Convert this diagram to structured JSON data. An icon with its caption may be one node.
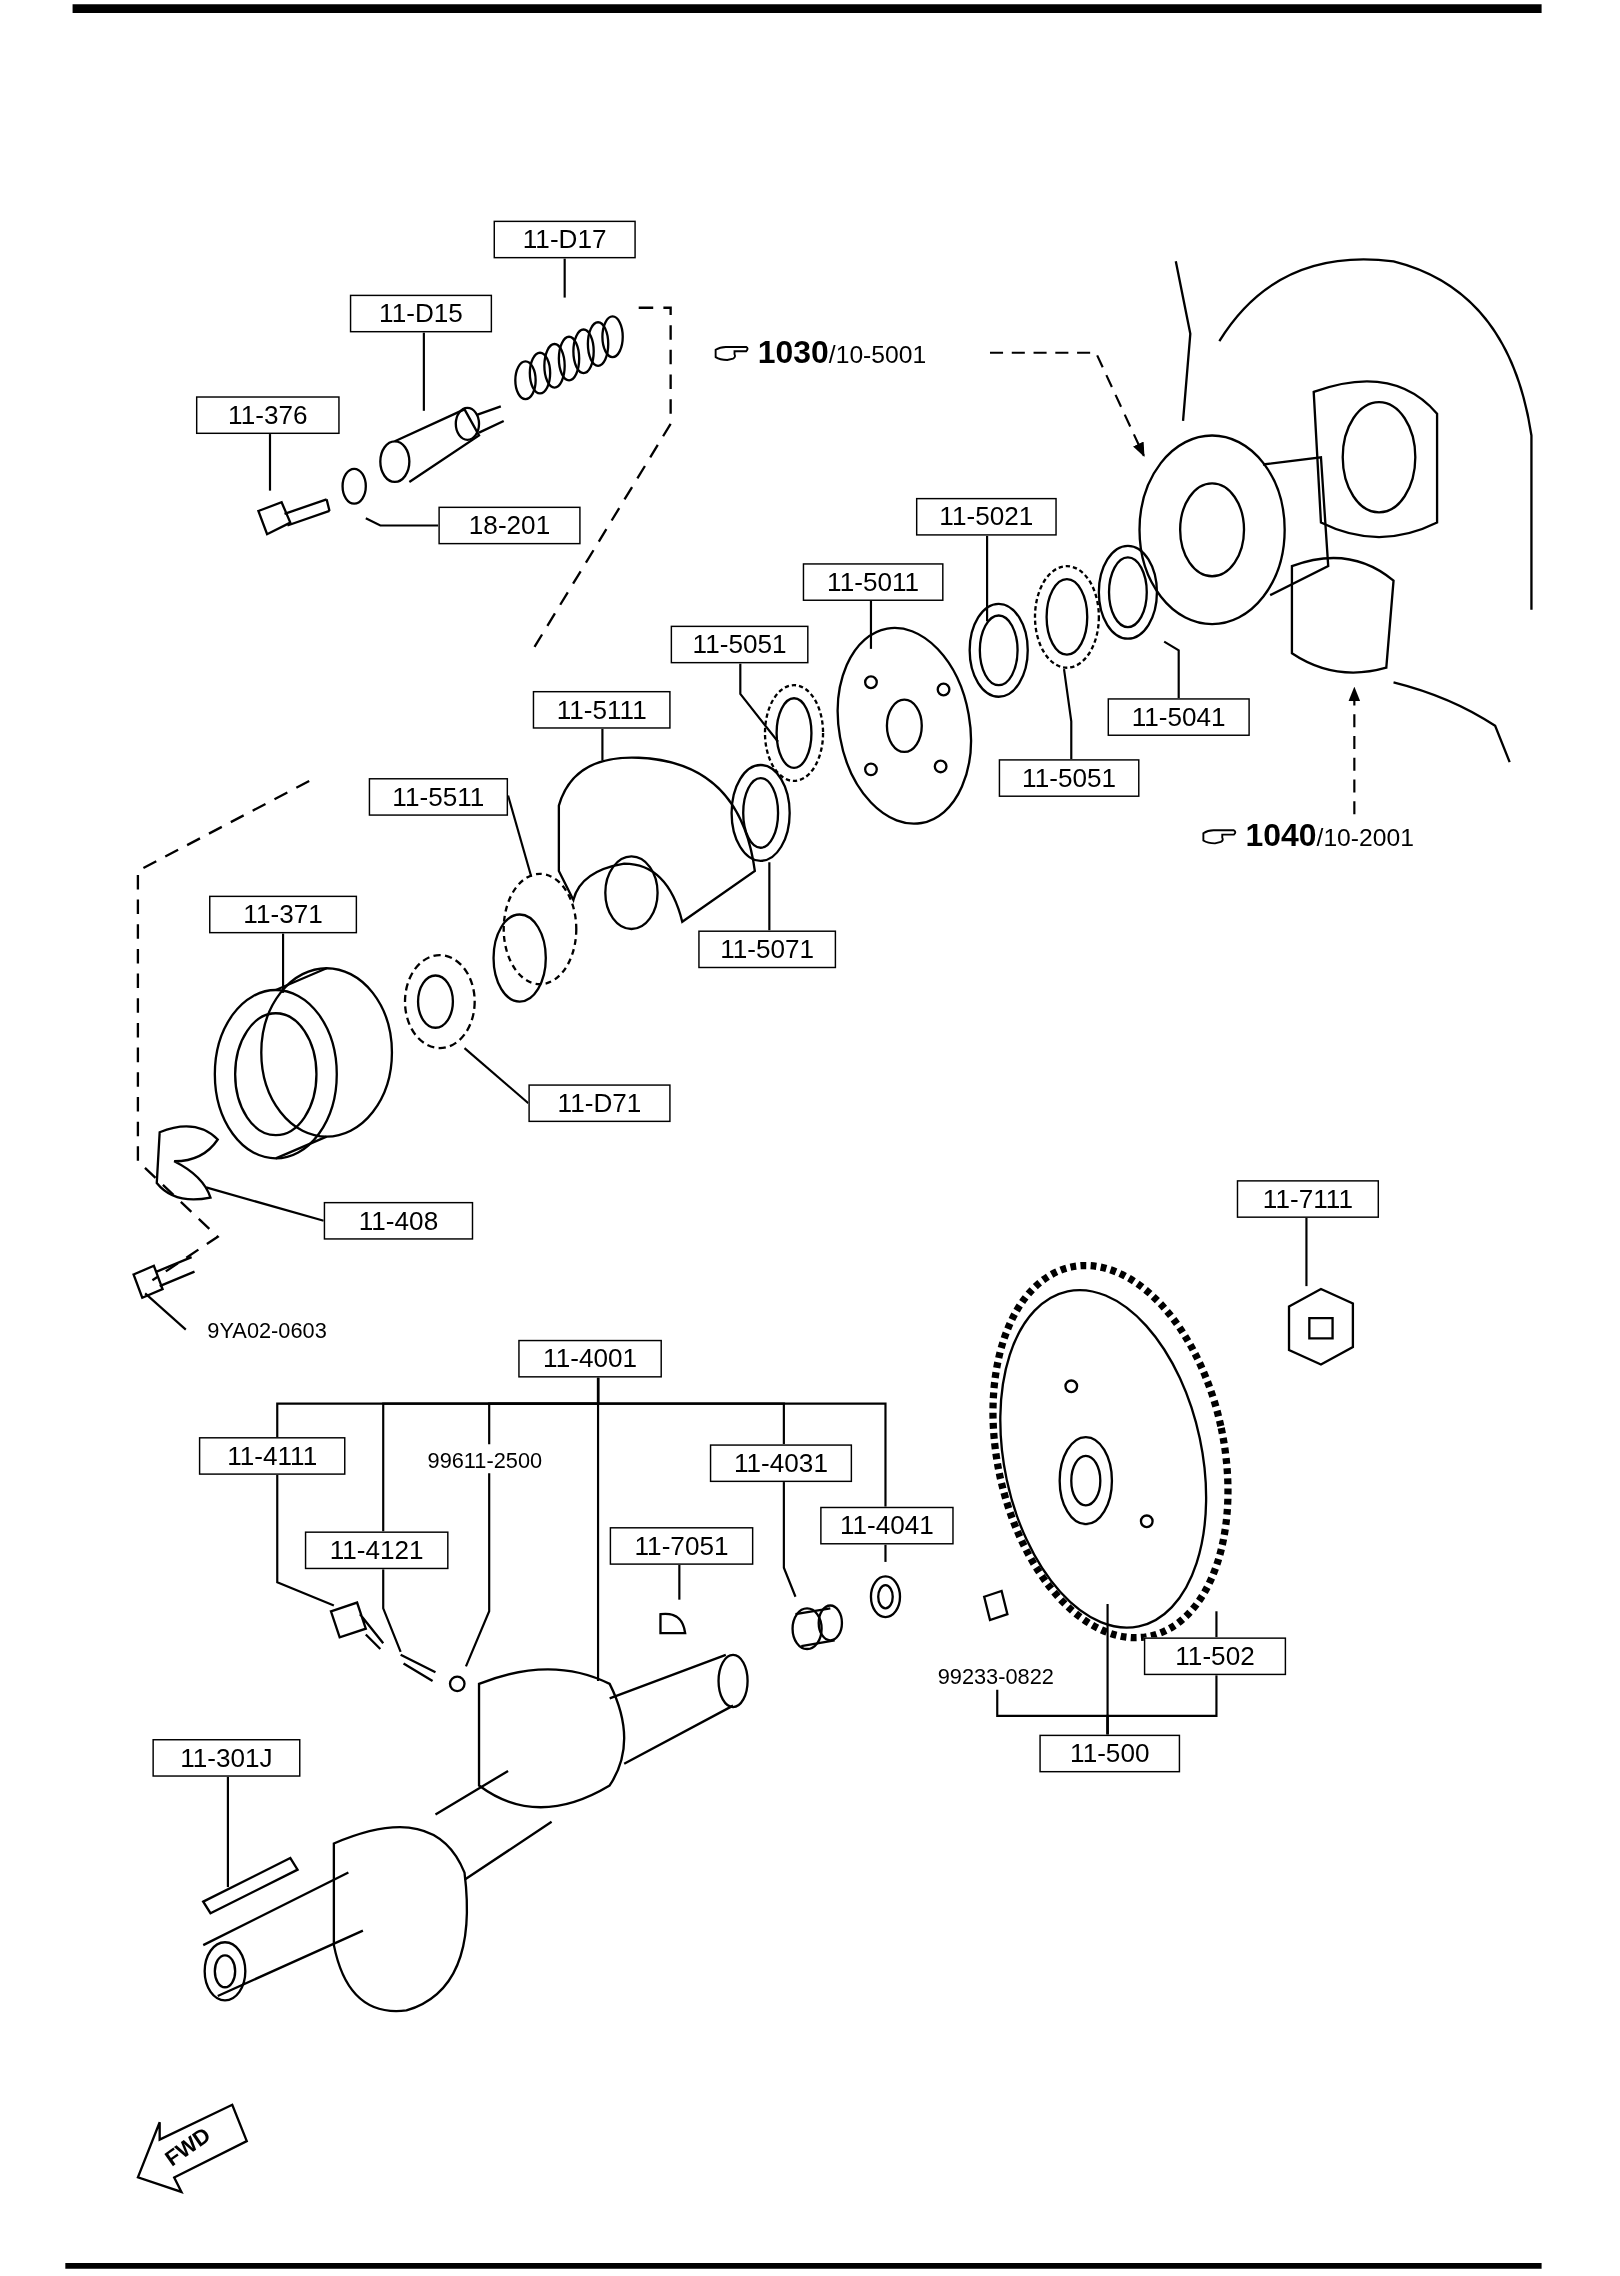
{
  "diagram": {
    "nodes": [
      {
        "text": [
          "11-D17"
        ]
      },
      {
        "text": [
          "11-D15"
        ]
      },
      {
        "text": [
          "11-376"
        ]
      },
      {
        "text": [
          "18-201"
        ]
      },
      {
        "text": [
          "**1030**/10-5001"
        ]
      },
      {
        "text": [
          "11-5021"
        ]
      },
      {
        "text": [
          "11-5011"
        ]
      },
      {
        "text": [
          "11-5051"
        ]
      },
      {
        "text": [
          "11-5111"
        ]
      },
      {
        "text": [
          "11-5041"
        ]
      },
      {
        "text": [
          "11-5051"
        ]
      },
      {
        "text": [
          "**1040**/10-2001"
        ]
      },
      {
        "text": [
          "11-5511"
        ]
      },
      {
        "text": [
          "11-371"
        ]
      },
      {
        "text": [
          "11-5071"
        ]
      },
      {
        "text": [
          "11-D71"
        ]
      },
      {
        "text": [
          "11-408"
        ]
      },
      {
        "text": [
          "11-7111"
        ]
      },
      {
        "text": [
          "9YA02-0603"
        ]
      },
      {
        "text": [
          "11-4001"
        ]
      },
      {
        "text": [
          "11-4111"
        ]
      },
      {
        "text": [
          "99611-2500"
        ]
      },
      {
        "text": [
          "11-4031"
        ]
      },
      {
        "text": [
          "11-4121"
        ]
      },
      {
        "text": [
          "11-7051"
        ]
      },
      {
        "text": [
          "11-4041"
        ]
      },
      {
        "text": [
          "11-502"
        ]
      },
      {
        "text": [
          "99233-0822"
        ]
      },
      {
        "text": [
          "11-500"
        ]
      },
      {
        "text": [
          "11-301J"
        ]
      }
    ],
    "edges": [
      {
        "from": 0,
        "to": null,
        "arrow": "none"
      },
      {
        "from": 1,
        "to": null,
        "arrow": "none"
      },
      {
        "from": 2,
        "to": null,
        "arrow": "none"
      },
      {
        "from": 3,
        "to": null,
        "arrow": "none"
      },
      {
        "from": 4,
        "to": null,
        "arrow": "to",
        "style": "dashed"
      },
      {
        "from": 5,
        "to": null,
        "arrow": "none"
      },
      {
        "from": 6,
        "to": null,
        "arrow": "none"
      },
      {
        "from": 7,
        "to": null,
        "arrow": "none"
      },
      {
        "from": 8,
        "to": null,
        "arrow": "none"
      },
      {
        "from": 9,
        "to": null,
        "arrow": "none"
      },
      {
        "from": 10,
        "to": null,
        "arrow": "none"
      },
      {
        "from": 11,
        "to": null,
        "arrow": "to",
        "style": "dashed"
      },
      {
        "from": 12,
        "to": null,
        "arrow": "none"
      },
      {
        "from": 13,
        "to": null,
        "arrow": "none"
      },
      {
        "from": 14,
        "to": null,
        "arrow": "none"
      },
      {
        "from": 15,
        "to": null,
        "arrow": "none"
      },
      {
        "from": 16,
        "to": null,
        "arrow": "none"
      },
      {
        "from": 17,
        "to": null,
        "arrow": "none"
      },
      {
        "from": 18,
        "to": null,
        "arrow": "none"
      },
      {
        "from": 19,
        "to": 20,
        "arrow": "none"
      },
      {
        "from": 19,
        "to": 23,
        "arrow": "none"
      },
      {
        "from": 19,
        "to": 21,
        "arrow": "none"
      },
      {
        "from": 19,
        "to": 22,
        "arrow": "none"
      },
      {
        "from": 19,
        "to": 25,
        "arrow": "none"
      },
      {
        "from": 19,
        "to": null,
        "arrow": "none"
      },
      {
        "from": 20,
        "to": null,
        "arrow": "none"
      },
      {
        "from": 23,
        "to": null,
        "arrow": "none"
      },
      {
        "from": 21,
        "to": null,
        "arrow": "none"
      },
      {
        "from": 22,
        "to": null,
        "arrow": "none"
      },
      {
        "from": 25,
        "to": null,
        "arrow": "none"
      },
      {
        "from": 24,
        "to": null,
        "arrow": "none"
      },
      {
        "from": 29,
        "to": null,
        "arrow": "none"
      },
      {
        "from": 28,
        "to": 27,
        "arrow": "none"
      },
      {
        "from": 28,
        "to": 26,
        "arrow": "none"
      },
      {
        "from": 28,
        "to": null,
        "arrow": "none"
      },
      {
        "from": 26,
        "to": null,
        "arrow": "none"
      }
    ],
    "labels": [
      "FWD"
    ]
  }
}
